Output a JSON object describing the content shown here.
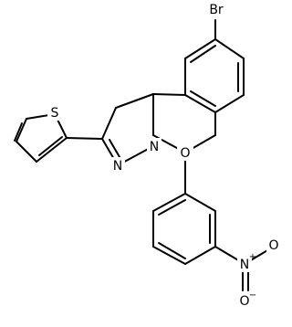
{
  "molecule": {
    "atom_labels": {
      "bromine": "Br",
      "sulfur": "S",
      "ring_oxygen": "O",
      "ring_nitrogen": "N",
      "pyrazoline_nitrogen": "N",
      "nitro_nitrogen": "N",
      "nitro_oxygen_top": "O",
      "nitro_oxygen_bottom": "O"
    },
    "charges": {
      "nitro_nitrogen": "+",
      "nitro_oxygen_bottom": "−"
    }
  }
}
